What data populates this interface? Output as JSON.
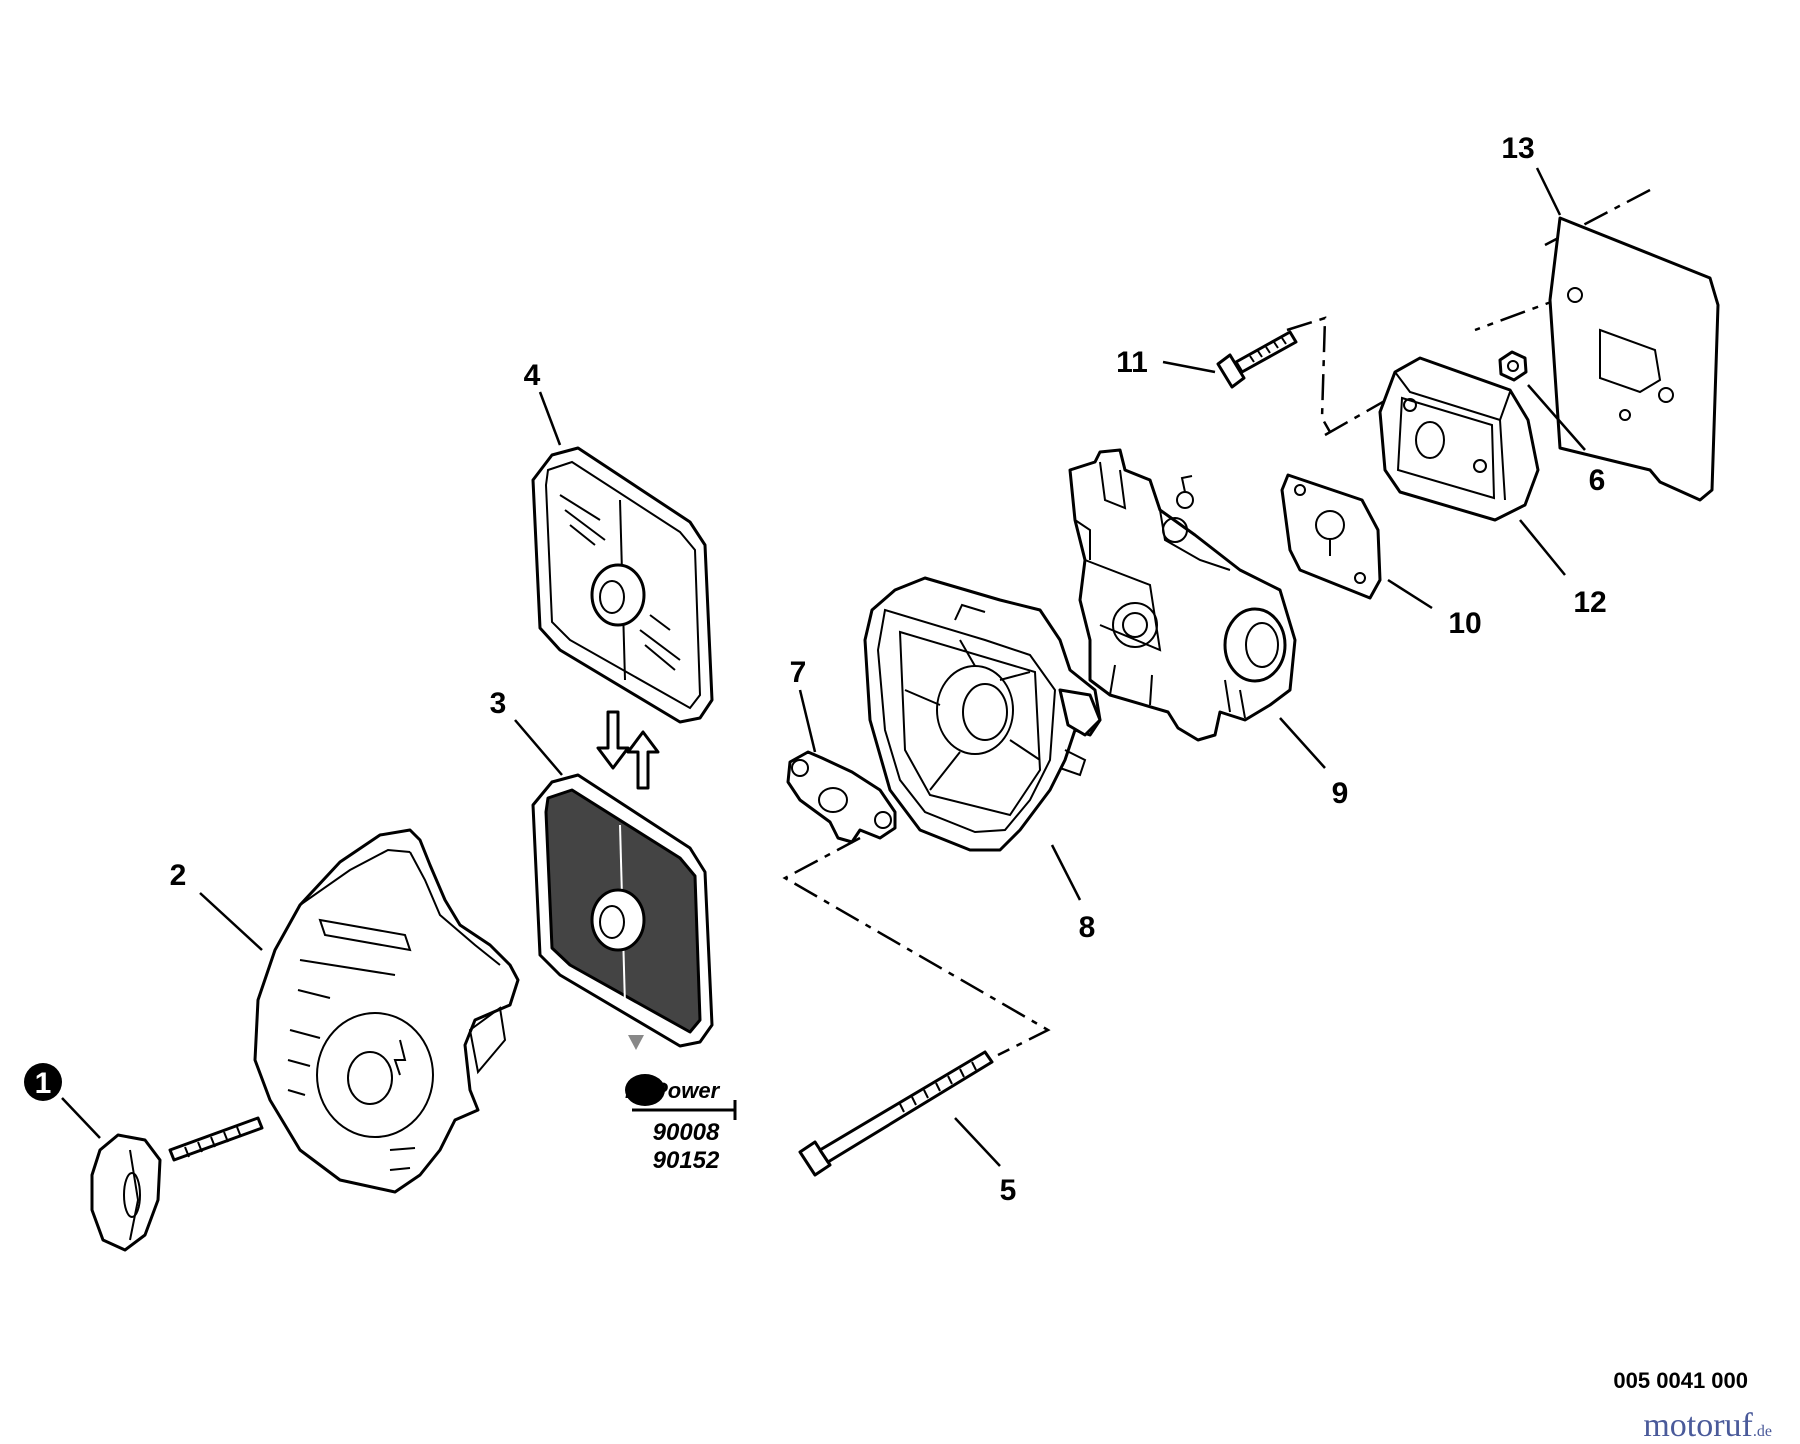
{
  "callouts": [
    {
      "id": "1",
      "label": "1",
      "circled": true
    },
    {
      "id": "2",
      "label": "2"
    },
    {
      "id": "3",
      "label": "3"
    },
    {
      "id": "4",
      "label": "4"
    },
    {
      "id": "5",
      "label": "5"
    },
    {
      "id": "6",
      "label": "6"
    },
    {
      "id": "7",
      "label": "7"
    },
    {
      "id": "8",
      "label": "8"
    },
    {
      "id": "9",
      "label": "9"
    },
    {
      "id": "10",
      "label": "10"
    },
    {
      "id": "11",
      "label": "11"
    },
    {
      "id": "12",
      "label": "12"
    },
    {
      "id": "13",
      "label": "13"
    }
  ],
  "repower": {
    "logo_text": "RePower",
    "codes": [
      "90008",
      "90152"
    ]
  },
  "drawing_reference": "005 0041 000",
  "watermark": {
    "name": "motoruf",
    "suffix": ".de",
    "color": "#4a5a9a"
  }
}
